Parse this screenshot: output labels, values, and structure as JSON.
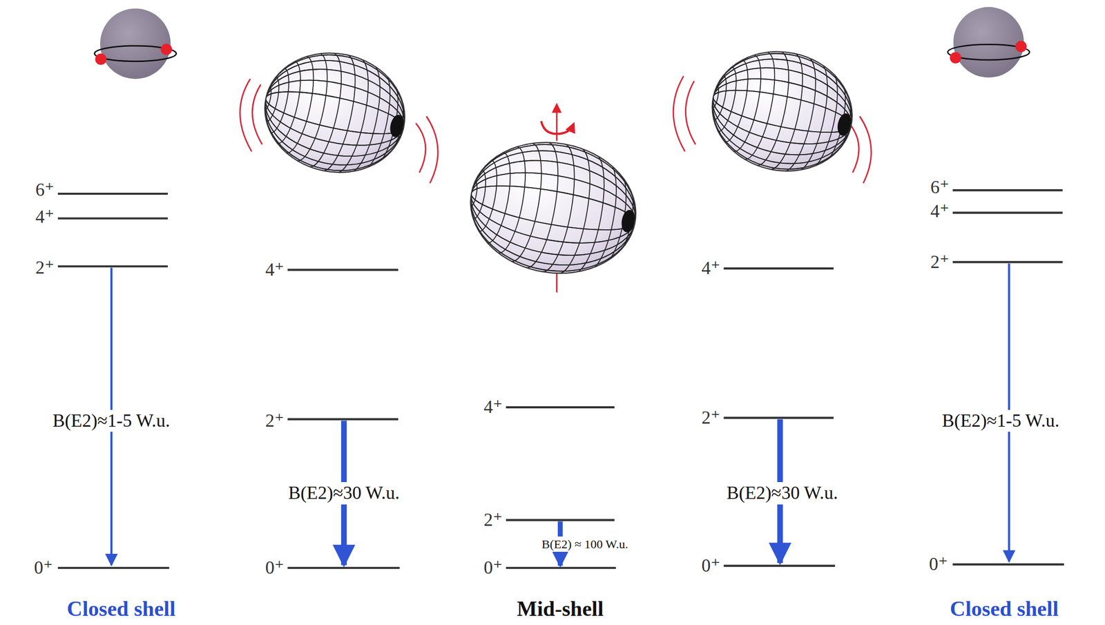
{
  "diagram": {
    "labels": [
      "6⁺",
      "4⁺",
      "2⁺",
      "0⁺",
      "B(E2)≈1-5 W.u.",
      "4⁺",
      "2⁺",
      "0⁺",
      "B(E2)≈30 W.u.",
      "4⁺",
      "2⁺",
      "0⁺",
      "B(E2) ≈ 100 W.u.",
      "4⁺",
      "2⁺",
      "0⁺",
      "B(E2)≈30 W.u.",
      "6⁺",
      "4⁺",
      "2⁺",
      "0⁺",
      "B(E2)≈1-5 W.u.",
      "Closed shell",
      "Mid-shell",
      "Closed shell"
    ]
  }
}
